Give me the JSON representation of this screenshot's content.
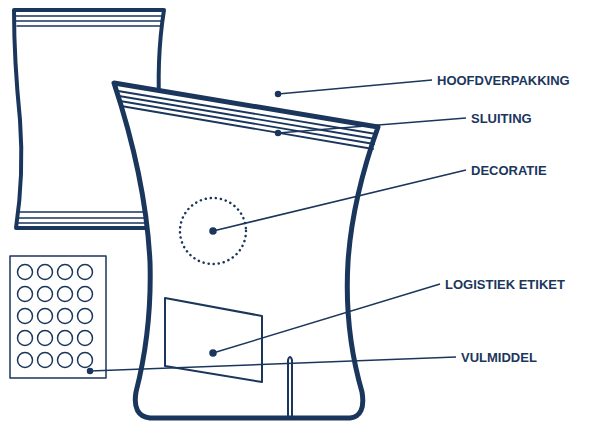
{
  "diagram": {
    "labels": [
      "HOOFDVERPAKKING",
      "SLUITING",
      "DECORATIE",
      "LOGISTIEK ETIKET",
      "VULMIDDEL"
    ]
  }
}
